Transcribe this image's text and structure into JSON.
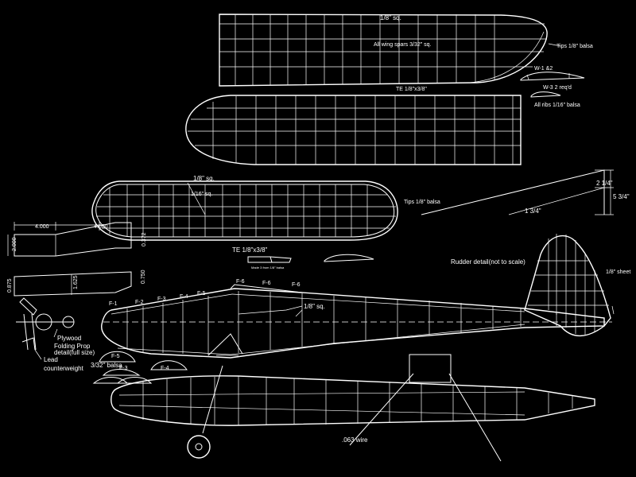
{
  "labels": {
    "wing_top_tiny": "1/8\" sq.",
    "wing_spars": "All wing spars 3/32\" sq.",
    "tips": "Tips 1/8\" balsa",
    "w1": "W-1 &2",
    "w3": "W-3 2 req'd",
    "ribs": "All ribs 1/16\" balsa",
    "te_top": "TE 1/8\"x3/8\"",
    "stab_sq": "1/8\" sq.",
    "stab_inner": "1/16\" sq.",
    "stab_tips": "Tips 1/8\" balsa",
    "te_stab": "TE 1/8\"x3/8\"",
    "rudder_detail": "Rudder detail(not to scale)",
    "sheet": "1/8\" sheet",
    "dim_2_1_4": "2 1/4\"",
    "dim_5_3_4": "5 3/4\"",
    "dim_1_3_4": "1 3/4\"",
    "dim_4000_a": "4.000",
    "dim_4000_b": "4.000",
    "dim_2000": "2.000",
    "dim_0372": "0.372",
    "dim_0875": "0.875",
    "dim_1625": "1.625",
    "dim_0750": "0.750",
    "f1": "F-1",
    "f2": "F-2",
    "f3": "F-3",
    "f4": "F-4",
    "f5": "F-5",
    "f6a": "F-6",
    "f6b": "F-6",
    "f6c": "F-6",
    "fus_sq": "1/8\" sq.",
    "plywood": "Plywood",
    "folding_prop": "Folding Prop",
    "detail_full": "detail(full size)",
    "lead": "Lead",
    "counterweight": "counterweight",
    "f_low_a": "F-5",
    "f_low_b": "F-3",
    "f_low_c": "F-4",
    "balsa_3_32": "3/32\" balsa",
    "wire": ".063 wire",
    "scale_note": "Made 3 from 1/8\" balsa"
  }
}
